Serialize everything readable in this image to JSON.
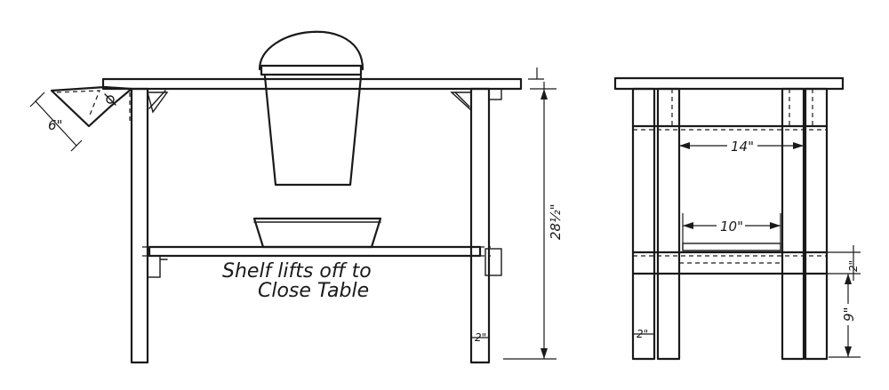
{
  "labels": {
    "shelf_line1": "Shelf lifts off to",
    "shelf_line2": "Close Table",
    "dim_6": "6\"",
    "dim_28": "28½\"",
    "dim_2_left_leg": "2\"",
    "dim_14": "14\"",
    "dim_10": "10\"",
    "dim_2_right_shelf": "2\"",
    "dim_9": "9\"",
    "dim_2_right_leg": "2\""
  }
}
